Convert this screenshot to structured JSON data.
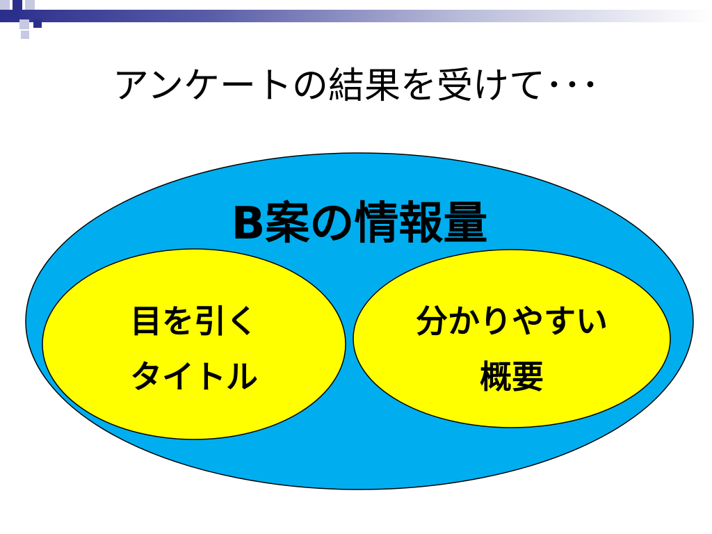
{
  "slide": {
    "title": "アンケートの結果を受けて･･･"
  },
  "diagram": {
    "outer_label": "B案の情報量",
    "left_circle": {
      "line1": "目を引く",
      "line2": "タイトル"
    },
    "right_circle": {
      "line1": "分かりやすい",
      "line2": "概要"
    }
  },
  "colors": {
    "outer_fill": "#00aeef",
    "inner_fill": "#ffff00",
    "stroke": "#000000",
    "accent_bar": "#2b2f8c"
  }
}
